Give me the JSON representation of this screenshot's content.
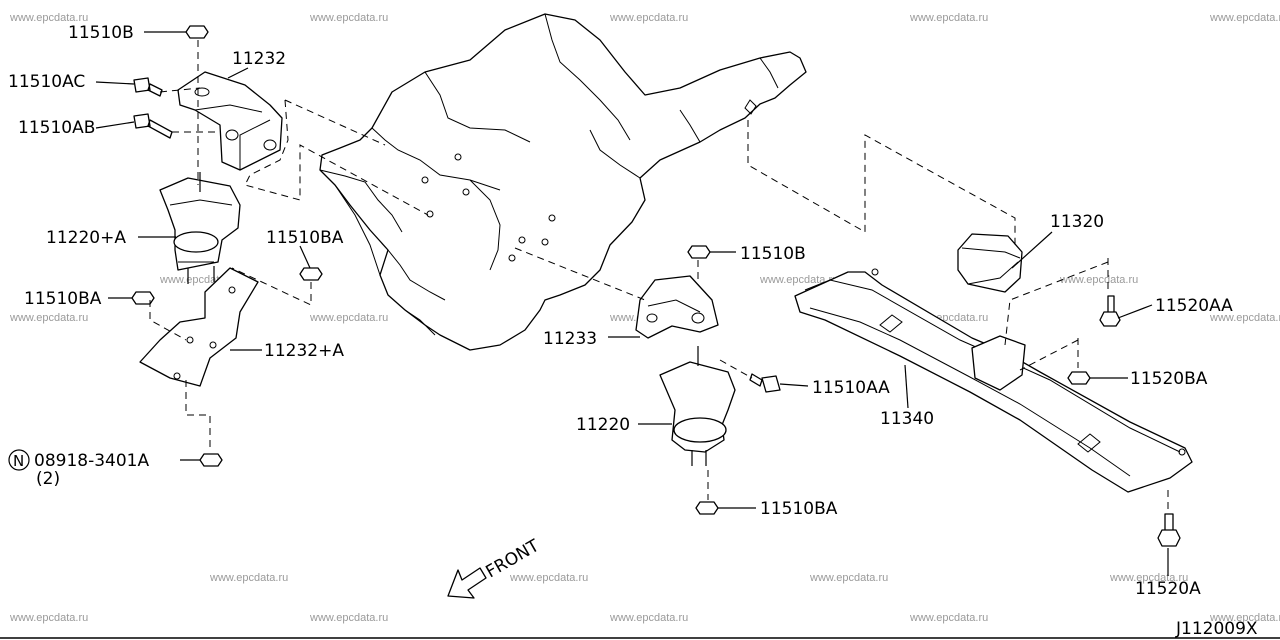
{
  "watermark": "www.epcdata.ru",
  "diagram_id": "J112009X",
  "front_label": "FRONT",
  "callouts": {
    "c11510B_top": "11510B",
    "c11232": "11232",
    "c11510AC": "11510AC",
    "c11510AB": "11510AB",
    "c11220A": "11220+A",
    "c11510BA_mid": "11510BA",
    "c11510BA_left": "11510BA",
    "c11232A": "11232+A",
    "c08918": "08918-3401A",
    "c08918_qty": "(2)",
    "n_symbol": "N",
    "c11510B_mid": "11510B",
    "c11233": "11233",
    "c11510AA": "11510AA",
    "c11220": "11220",
    "c11510BA_bottom": "11510BA",
    "c11320": "11320",
    "c11520AA": "11520AA",
    "c11520BA": "11520BA",
    "c11340": "11340",
    "c11520A": "11520A"
  }
}
